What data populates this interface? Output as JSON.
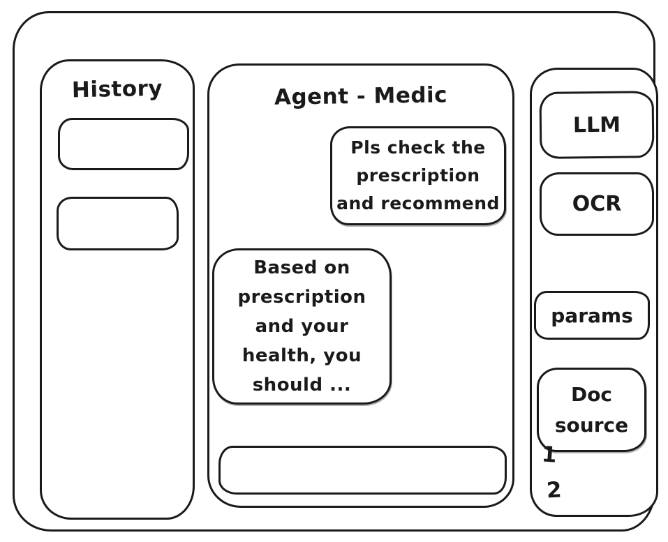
{
  "app": {
    "background_color": "#ffffff",
    "stroke_color": "#1a1a1a"
  },
  "history_panel": {
    "title": "History",
    "items": [
      {
        "label": ""
      },
      {
        "label": ""
      }
    ]
  },
  "chat_panel": {
    "title": "Agent - Medic",
    "messages": [
      {
        "role": "user",
        "text": "Pls check the prescription and recommend"
      },
      {
        "role": "assistant",
        "text": "Based on prescription and your health, you should ..."
      }
    ],
    "input": {
      "value": "",
      "placeholder": ""
    }
  },
  "tools_panel": {
    "buttons": [
      {
        "label": "LLM"
      },
      {
        "label": "OCR"
      },
      {
        "label": "params"
      },
      {
        "label": "Doc source"
      }
    ],
    "doc_source_list": [
      {
        "label": "1"
      },
      {
        "label": "2"
      }
    ]
  }
}
